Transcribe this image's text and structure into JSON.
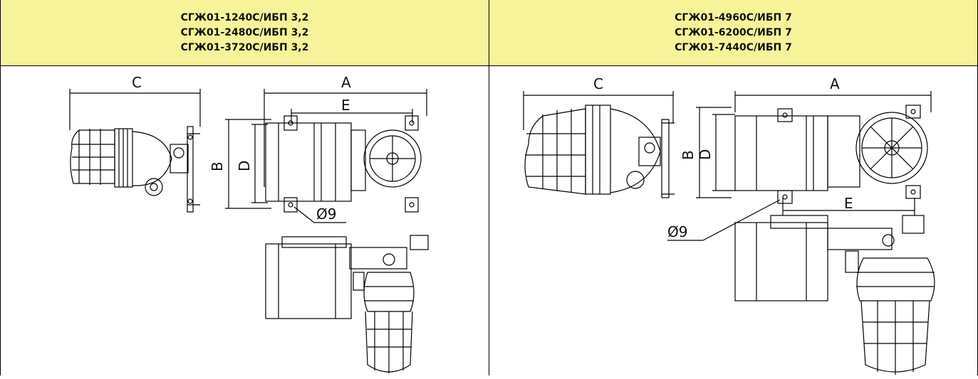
{
  "colors": {
    "header_bg": "#f7f39a",
    "line": "#000000"
  },
  "left_panel": {
    "models": [
      "СГЖ01-1240С/ИБП 3,2",
      "СГЖ01-2480С/ИБП 3,2",
      "СГЖ01-3720С/ИБП 3,2"
    ],
    "dims": {
      "c": "C",
      "a": "A",
      "e": "E",
      "b": "B",
      "d": "D",
      "hole": "Ø9"
    }
  },
  "right_panel": {
    "models": [
      "СГЖ01-4960С/ИБП 7",
      "СГЖ01-6200С/ИБП 7",
      "СГЖ01-7440С/ИБП 7"
    ],
    "dims": {
      "c": "C",
      "a": "A",
      "e": "E",
      "b": "B",
      "d": "D",
      "hole": "Ø9"
    }
  }
}
